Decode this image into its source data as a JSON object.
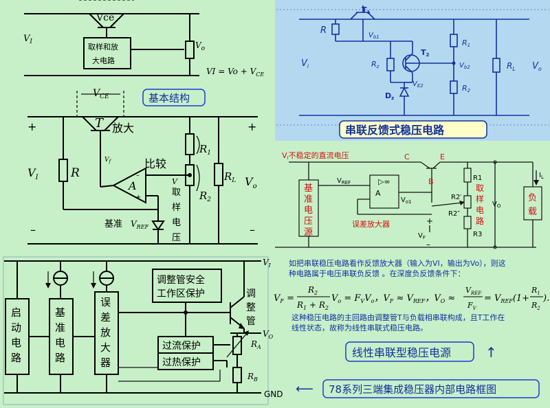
{
  "panel_tl": {
    "vce": "Vce",
    "vi": "V",
    "vi_sub": "I",
    "vo": "V",
    "vo_sub": "o",
    "box_line1": "取样和放",
    "box_line2": "大电路",
    "formula": "V",
    "formula_rest": "I = V",
    "formula_tail": "o + V",
    "formula_ce": "CE"
  },
  "panel_ml": {
    "title": "基本结构",
    "vce": "V",
    "vce_sub": "CE",
    "t": "T",
    "amp": "放大",
    "compare": "比较",
    "plus_l": "+",
    "plus_r": "+",
    "minus_l": "–",
    "minus_r": "–",
    "vi": "V",
    "vi_sub": "I",
    "r": "R",
    "a": "A",
    "vf": "V",
    "r1": "R",
    "r1_sub": "1",
    "r2": "R",
    "r2_sub": "2",
    "rl": "R",
    "rl_sub": "L",
    "vo": "V",
    "vo_sub": "o",
    "sample": [
      "取",
      "样",
      "电",
      "压"
    ],
    "ref": "基准",
    "vref": "V",
    "vref_sub": "REF",
    "vf_top": "V",
    "vf_top_sub": "f"
  },
  "panel_bl": {
    "vi": "V",
    "vi_sub": "I",
    "vo": "V",
    "vo_sub": "O",
    "gnd": "GND",
    "start": [
      "启",
      "动",
      "电",
      "路"
    ],
    "ref": [
      "基",
      "准",
      "电",
      "路"
    ],
    "err": [
      "误",
      "差",
      "放",
      "大",
      "器"
    ],
    "safe1": "调整管安全",
    "safe2": "工作区保护",
    "adj": [
      "调",
      "整",
      "管"
    ],
    "oc": "过流保护",
    "ot": "过热保护",
    "ra": "R",
    "ra_sub": "A",
    "rb": "R",
    "rb_sub": "B"
  },
  "panel_tr": {
    "title": "串联反馈式稳压电路",
    "t1": "T",
    "t1_sub": "1",
    "t2": "T",
    "t2_sub": "2",
    "r": "R",
    "vb1": "V",
    "vb1_sub": "b1",
    "r1": "R",
    "r1_sub": "1",
    "r2": "R",
    "r2_sub": "2",
    "rz": "R",
    "rz_sub": "z",
    "dz": "D",
    "dz_sub": "z",
    "ve2": "V",
    "ve2_sub": "E2",
    "vb2": "V",
    "vb2_sub": "b2",
    "rl": "R",
    "rl_sub": "L",
    "vi": "V",
    "vi_sub": "i",
    "vo": "V",
    "vo_sub": "o"
  },
  "panel_mr": {
    "vi_label": "V",
    "vi_sub": "I",
    "vi_desc": "不稳定的直流电压",
    "c": "C",
    "e": "E",
    "b": "B",
    "vref": "V",
    "vref_sub": "REF",
    "amp_sym": "▷∞",
    "amp_a": "A",
    "vo1": "V",
    "vo1_sub": "o1",
    "ref_box": [
      "基",
      "准",
      "电",
      "压",
      "源"
    ],
    "err_amp": "误差放大器",
    "r1": "R1",
    "r2p": "R2′",
    "r2pp": "R2″",
    "r3": "R3",
    "sample_box": [
      "取",
      "样",
      "电",
      "路"
    ],
    "vo": "V",
    "vo_sub": "O",
    "il": "I",
    "il_sub": "L",
    "load": [
      "负",
      "载"
    ],
    "vf": "V",
    "vf_sub": "F",
    "plus": "+",
    "minus": "–"
  },
  "panel_br": {
    "para1": "如把串联稳压电路看作反馈放大器（输入为VI，输出为Vo），则这",
    "para2": "种电路属于电压串联负反馈 。在深度负反馈条件下：",
    "para3": "这种稳压电路的主回路由调整管T与负载相串联构成，且T工作在",
    "para4": "线性状态，故称为线性串联式稳压电路。",
    "title": "线性串联型稳压电源",
    "arrow_up": "↑",
    "footer_arrow": "⟵",
    "footer": "78系列三端集成稳压器内部电路框图"
  },
  "colors": {
    "background": "#c8f0c8",
    "box_blue": "#1030a0",
    "title_blue": "#1a3cd0",
    "red": "#d01010",
    "box_fill_tr": "#b4d8f0",
    "yellow": "#ffffc8"
  }
}
